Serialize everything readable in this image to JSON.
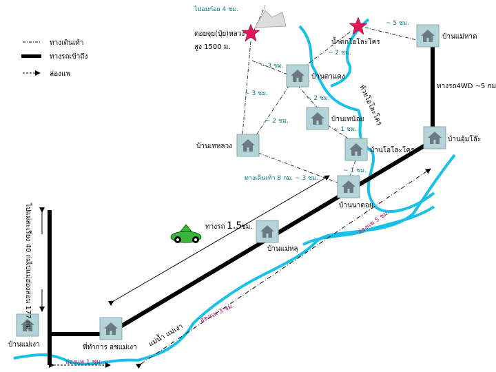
{
  "legend": {
    "walk": "ทางเดินเท้า",
    "road": "ทางรถเข้าถึง",
    "raft": "ล่องแพ"
  },
  "places": {
    "mae_hat": "บ้านแม่หาด",
    "waterfall": "น้ำตกโอโละโคร",
    "doi_jui": "ดอยจุย(ปุ๋ย)หลวง",
    "doi_jui_height": "สูง 1500 ม.",
    "ta_daeng": "บ้านตาแดง",
    "the_noi": "บ้านเทน้อย",
    "olokro": "บ้านโอโละโคร",
    "um_lo": "บ้านอุ้มโล๊ะ",
    "the_luang": "บ้านเทหลวง",
    "na_doi": "บ้านนาดอย",
    "mae_lu": "บ้านแม่หลุ",
    "hq": "ที่ทำการ อชแม่เงา",
    "mae_ngao": "บ้านแม่เงา"
  },
  "routes": {
    "to_omkoi": "ไปอมก๋อย 4 ชม.",
    "t5": "~ 5 ชม.",
    "t2a": "~ 2 ชม.",
    "t3a": "~ 3 ชม.",
    "t3b": "~ 3 ชม.",
    "t2b": "~ 2 ชม.",
    "t2c": "~ 2 ชม.",
    "t1a": "~ 1 ชม.",
    "t1b": "~ 1 ชม.",
    "walk_total": "ทางเดินเท้า 8 กม. ~ 3 ชม.",
    "road_4wd": "ทางรถ4WD ~5 กม.",
    "road_prefix": "ทางรถ",
    "road_time": "1.5",
    "road_unit": "ชม.",
    "stream": "ห้วยโอโละโคร",
    "river": "แม่น้ำ แม่เงา",
    "raft5": "ล่องแพ 5 ชม.",
    "raft3": "ล่องแพ 3 ชม.",
    "raft1": "ล่องแพ 1 ชม.",
    "to_mae_sariang": "ไปแม่สะเรียง 40 กม.",
    "to_mae_hong_son": "ไปแม่ฮ่องสอน 177 กม."
  },
  "colors": {
    "river": "#19c0e8",
    "star": "#e0185a",
    "house": "#b4d4d8"
  }
}
